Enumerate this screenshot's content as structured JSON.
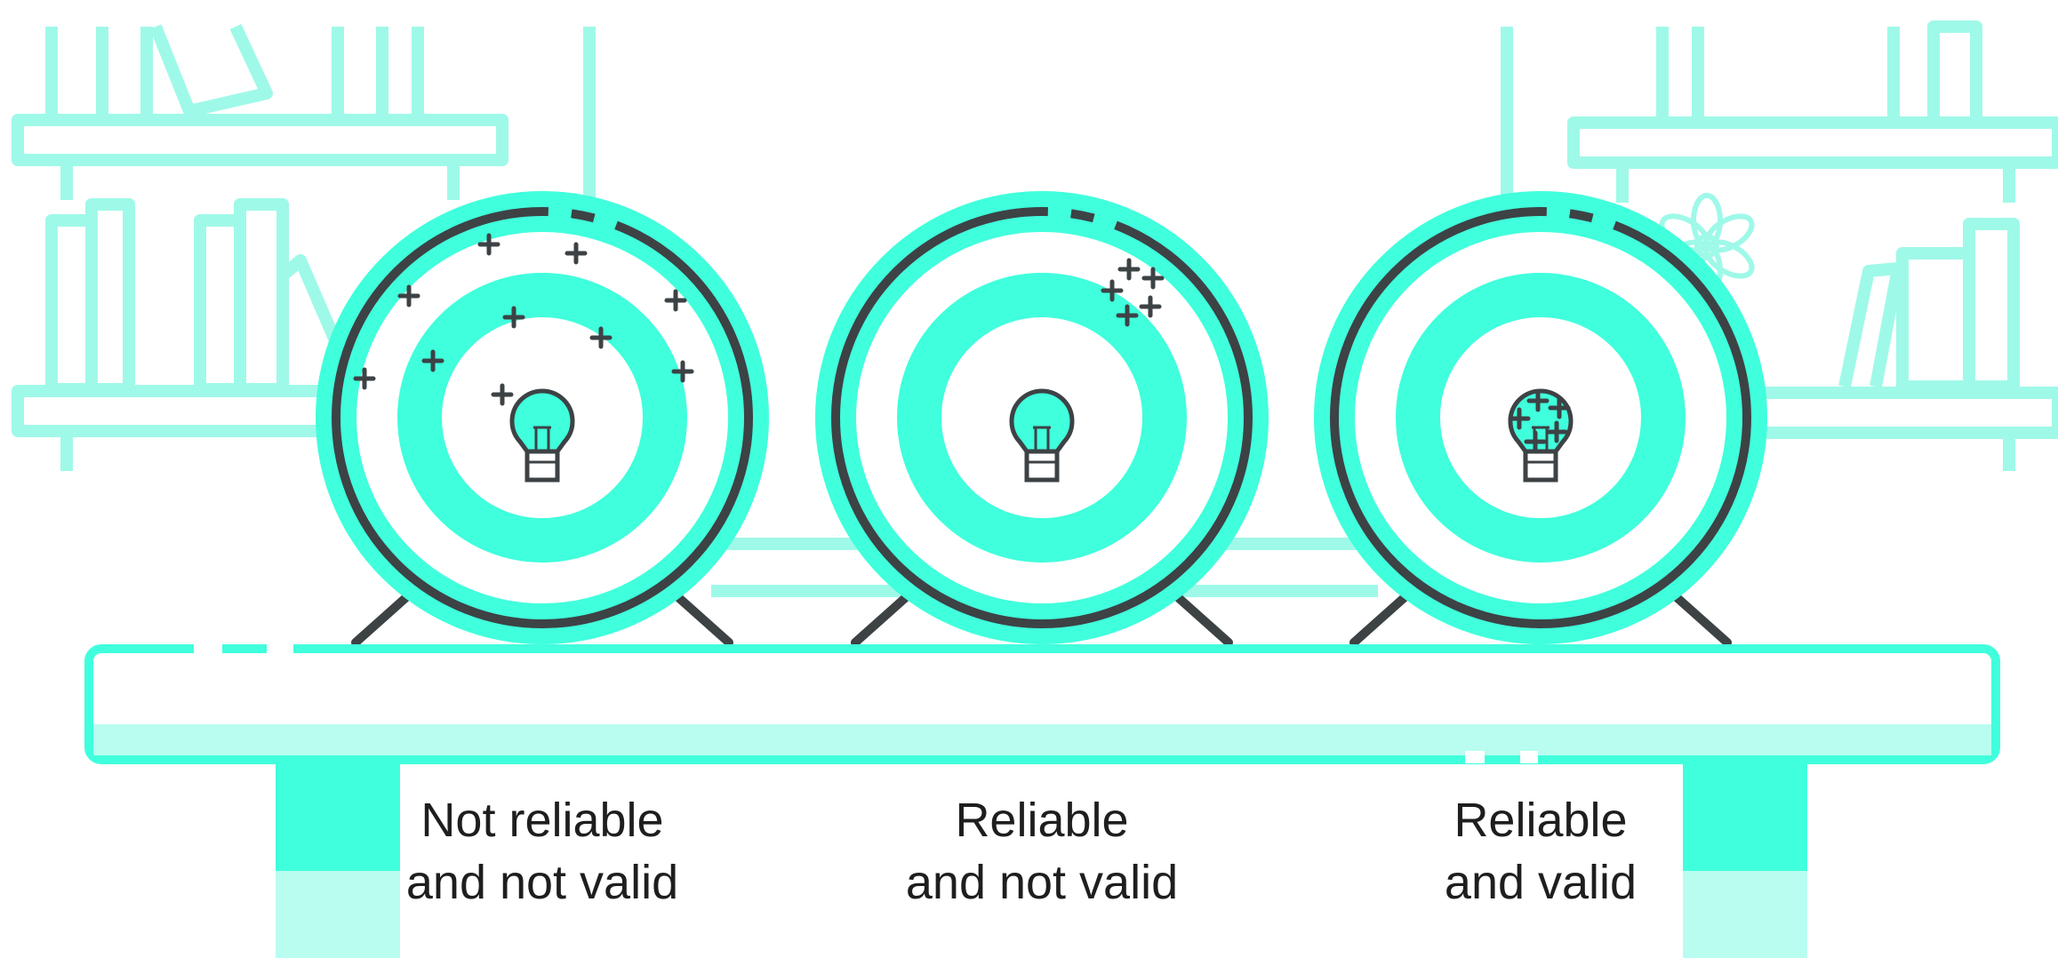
{
  "colors": {
    "background": "#ffffff",
    "pale_mint": "#9ff9e8",
    "mint": "#40ffdc",
    "dark": "#3d4245",
    "text": "#1e1e1e"
  },
  "targets": [
    {
      "caption_line1": "Not reliable",
      "caption_line2": "and not valid",
      "shot_pattern": "scattered",
      "shots_on_bulb": 0
    },
    {
      "caption_line1": "Reliable",
      "caption_line2": "and not valid",
      "shot_pattern": "clustered-off-center",
      "shots_on_bulb": 0
    },
    {
      "caption_line1": "Reliable",
      "caption_line2": "and valid",
      "shot_pattern": "clustered-on-center",
      "shots_on_bulb": 5
    }
  ],
  "icons": {
    "target_center": "lightbulb-icon",
    "shot_mark": "plus-mark-icon",
    "decoration": "flower-icon"
  }
}
